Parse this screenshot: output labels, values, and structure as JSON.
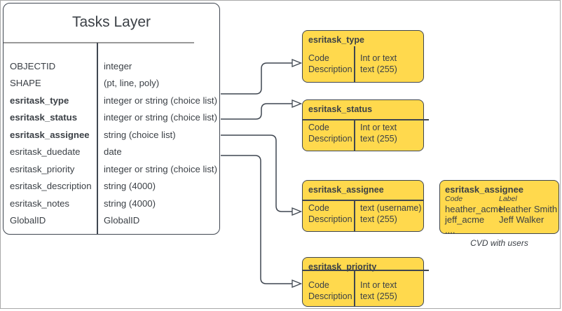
{
  "colors": {
    "accent_yellow": "#FFD94D",
    "line_dark": "#3F4650",
    "text_dark": "#3B4046",
    "header_rule_gray": "#999999",
    "frame_gray": "#A9A9A9"
  },
  "main_table": {
    "title": "Tasks Layer",
    "rows": [
      {
        "field": "OBJECTID",
        "type": "integer",
        "bold": false
      },
      {
        "field": "SHAPE",
        "type": "(pt, line, poly)",
        "bold": false
      },
      {
        "field": "esritask_type",
        "type": "integer or string (choice list)",
        "bold": true
      },
      {
        "field": "esritask_status",
        "type": "integer or string (choice list)",
        "bold": true
      },
      {
        "field": "esritask_assignee",
        "type": "string (choice list)",
        "bold": true
      },
      {
        "field": "esritask_duedate",
        "type": "date",
        "bold": false
      },
      {
        "field": "esritask_priority",
        "type": "integer or string (choice list)",
        "bold": false
      },
      {
        "field": "esritask_description",
        "type": "string (4000)",
        "bold": false
      },
      {
        "field": "esritask_notes",
        "type": "string (4000)",
        "bold": false
      },
      {
        "field": "GlobalID",
        "type": "GlobalID",
        "bold": false
      }
    ]
  },
  "boxes": {
    "type": {
      "title": "esritask_type",
      "left": [
        "Code",
        "Description"
      ],
      "right": [
        "Int or text",
        "text (255)"
      ]
    },
    "status": {
      "title": "esritask_status",
      "left": [
        "Code",
        "Description"
      ],
      "right": [
        "Int or text",
        "text (255)"
      ]
    },
    "assignee": {
      "title": "esritask_assignee",
      "left": [
        "Code",
        "Description"
      ],
      "right": [
        "text (username)",
        "text (255)"
      ]
    },
    "priority": {
      "title": "esritask_priority",
      "left": [
        "Code",
        "Description"
      ],
      "right": [
        "Int or text",
        "text (255)"
      ]
    }
  },
  "cvd_table": {
    "title": "esritask_assignee",
    "col_headers": [
      "Code",
      "Label"
    ],
    "rows": [
      [
        "heather_acme",
        "Heather Smith"
      ],
      [
        "jeff_acme",
        "Jeff Walker"
      ],
      [
        "....",
        ""
      ]
    ],
    "caption": "CVD with users"
  }
}
